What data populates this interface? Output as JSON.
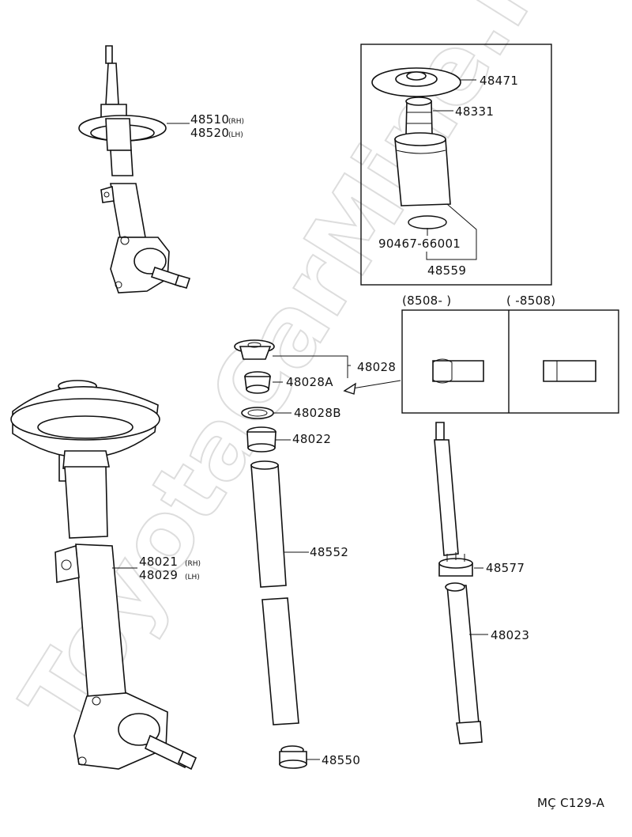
{
  "watermark": "ToyotaCarMine.ru",
  "diagram_code": "MÇ C129-A",
  "date_ranges": {
    "left": "(8508-        )",
    "right": "(        -8508)"
  },
  "labels": {
    "p48471": "48471",
    "p48331": "48331",
    "p90467": "90467-66001",
    "p48559": "48559",
    "p48510": "48510",
    "p48510_side": "(RH)",
    "p48520": "48520",
    "p48520_side": "(LH)",
    "p48028": "48028",
    "p48028A": "48028A",
    "p48028B": "48028B",
    "p48022": "48022",
    "p48552": "48552",
    "p48021": "48021",
    "p48021_side": "(RH)",
    "p48029": "48029",
    "p48029_side": "(LH)",
    "p48577": "48577",
    "p48023": "48023",
    "p48550": "48550"
  }
}
